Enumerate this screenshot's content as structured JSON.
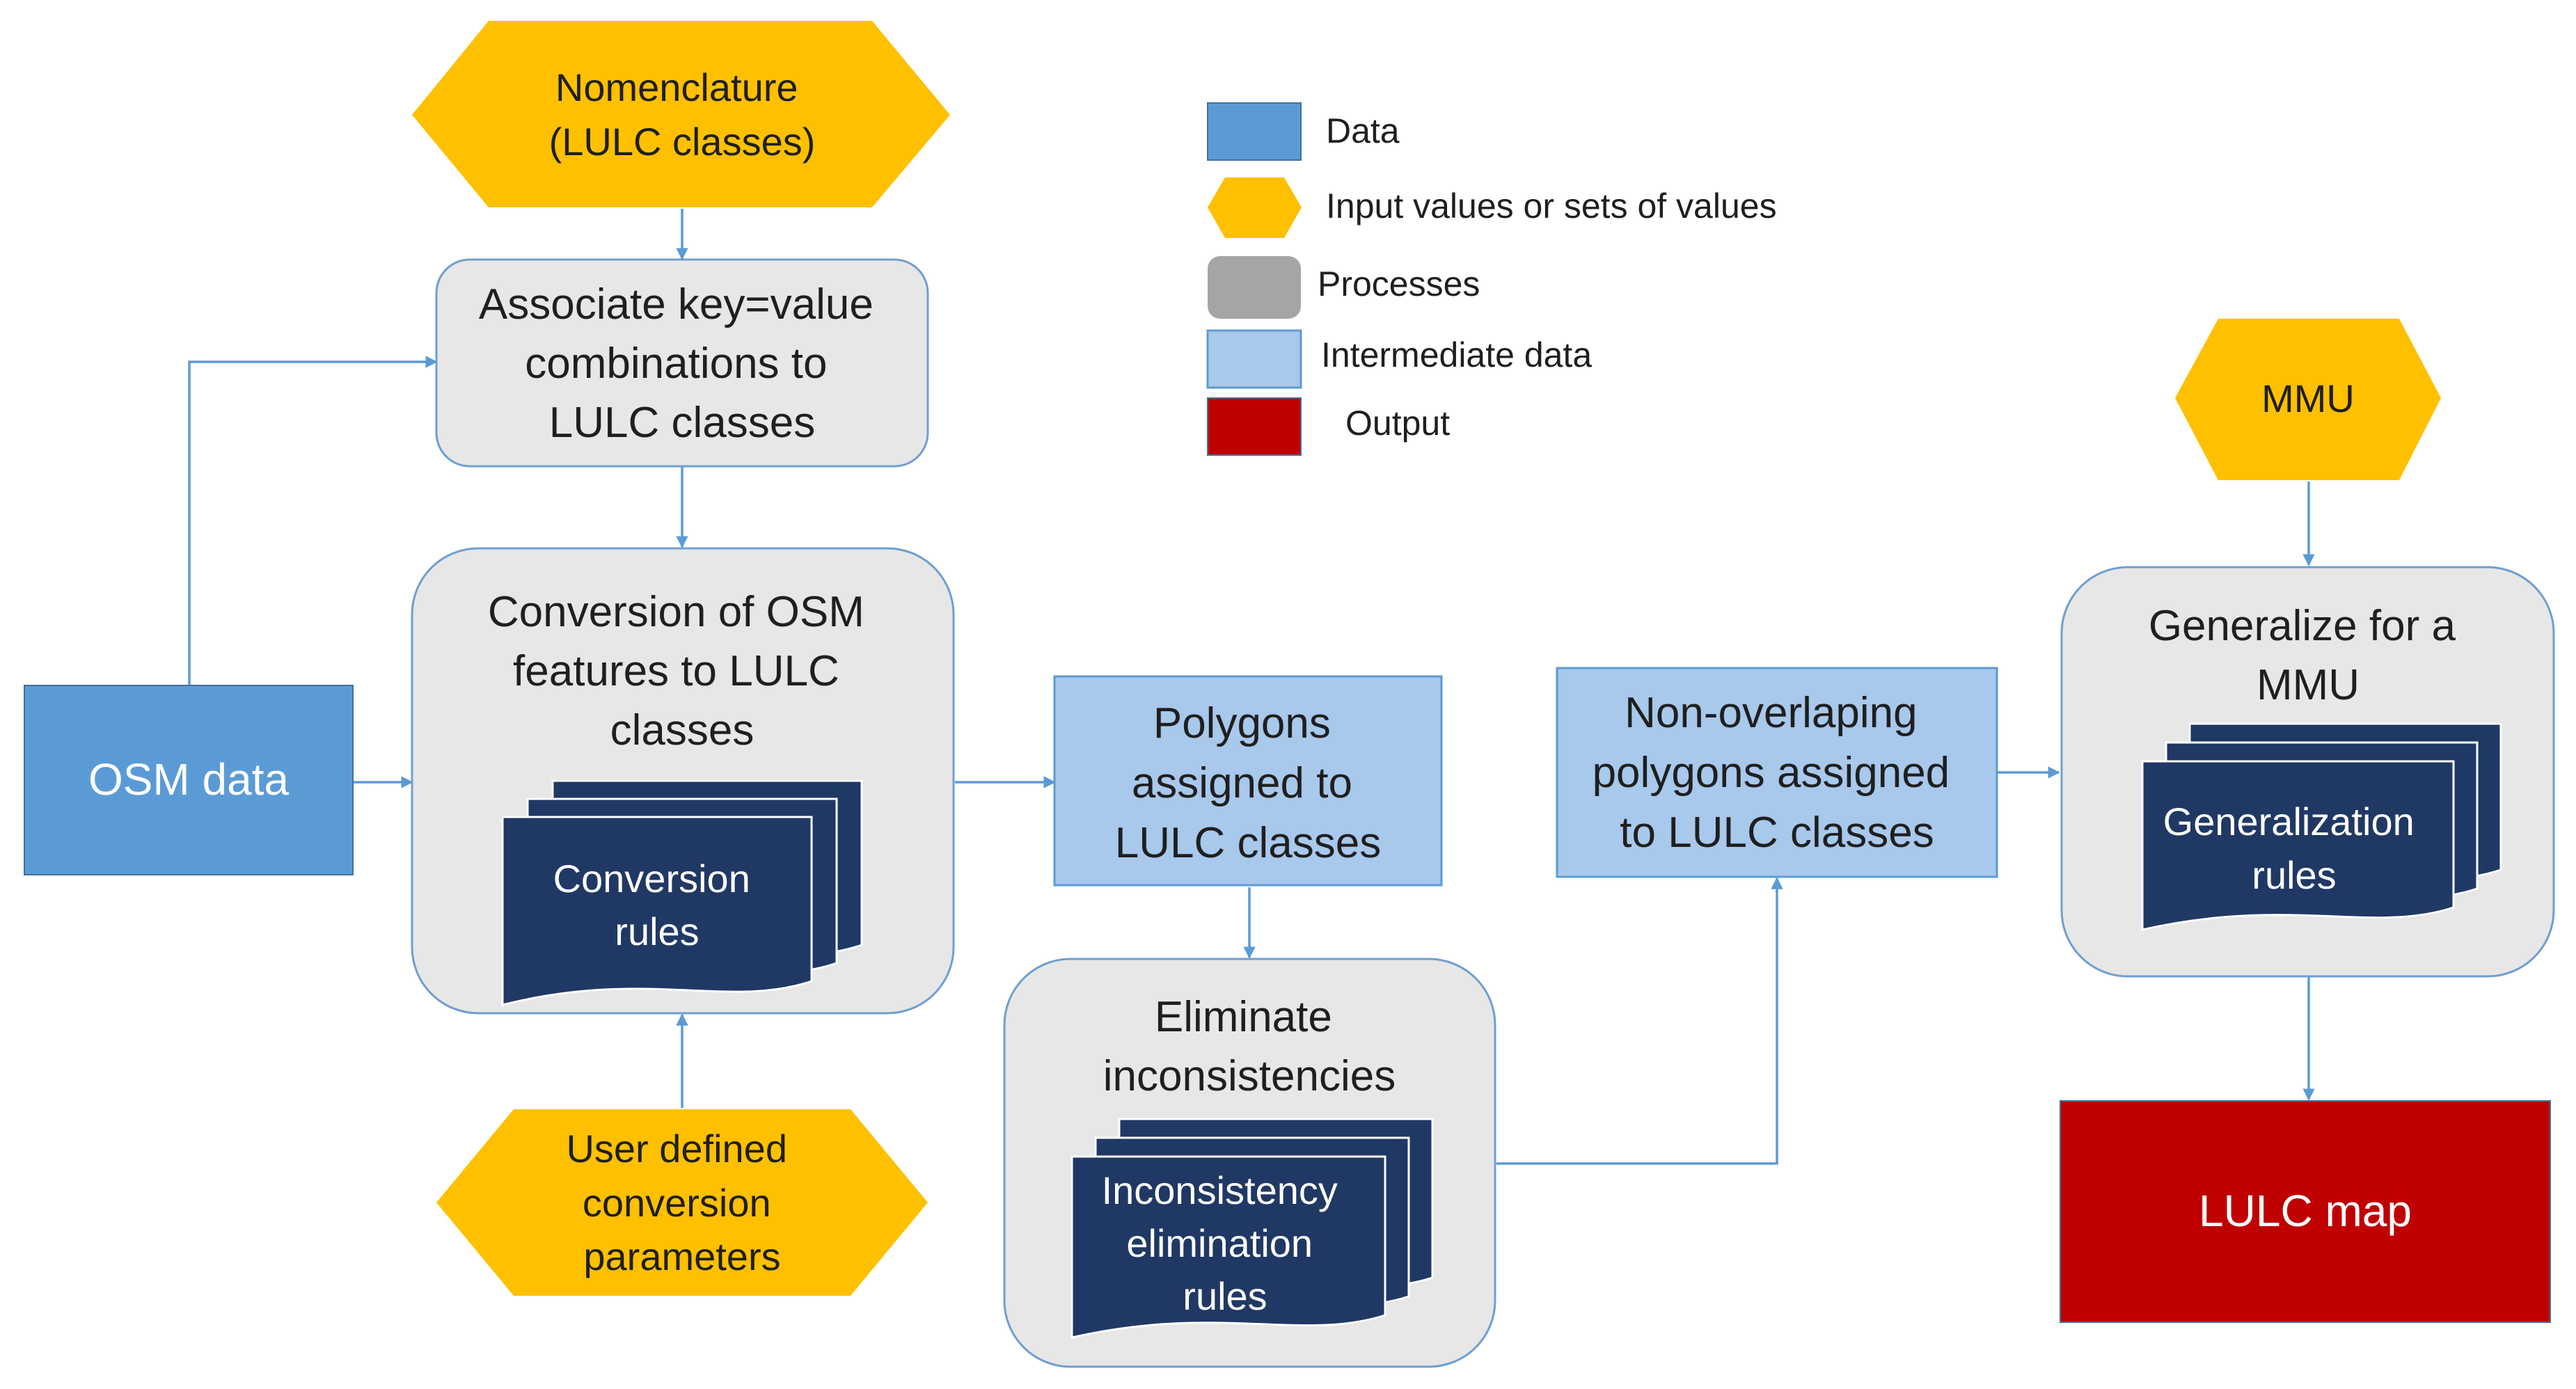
{
  "colors": {
    "data": "#5b9bd5",
    "data_border": "#41719c",
    "input": "#ffc000",
    "process": "#e7e7e7",
    "process_border": "#6f9fd0",
    "process_legend": "#a5a5a5",
    "intermediate": "#a8c8ec",
    "intermediate_border": "#5b9bd5",
    "output": "#c00000",
    "rules": "#203864",
    "connector": "#5b9bd5"
  },
  "legend": {
    "data": "Data",
    "input": "Input values or sets of values",
    "processes": "Processes",
    "intermediate": "Intermediate data",
    "output": "Output"
  },
  "nodes": {
    "nomenclature": [
      "Nomenclature",
      "(LULC classes)"
    ],
    "associate": [
      "Associate key=value",
      "combinations to",
      "LULC classes"
    ],
    "osm_data": [
      "OSM data"
    ],
    "conversion": [
      "Conversion of OSM",
      "features to LULC",
      "classes"
    ],
    "conversion_rules": [
      "Conversion",
      "rules"
    ],
    "user_params": [
      "User  defined",
      "conversion",
      "parameters"
    ],
    "polygons_assigned": [
      "Polygons",
      "assigned to",
      "LULC classes"
    ],
    "eliminate": [
      "Eliminate",
      "inconsistencies"
    ],
    "inconsistency_rules": [
      "Inconsistency",
      "elimination",
      "rules"
    ],
    "non_overlapping": [
      "Non-overlaping",
      "polygons assigned",
      "to LULC classes"
    ],
    "mmu": [
      "MMU"
    ],
    "generalize": [
      "Generalize for a",
      "MMU"
    ],
    "generalization_rules": [
      "Generalization",
      "rules"
    ],
    "lulc_map": [
      "LULC map"
    ]
  }
}
